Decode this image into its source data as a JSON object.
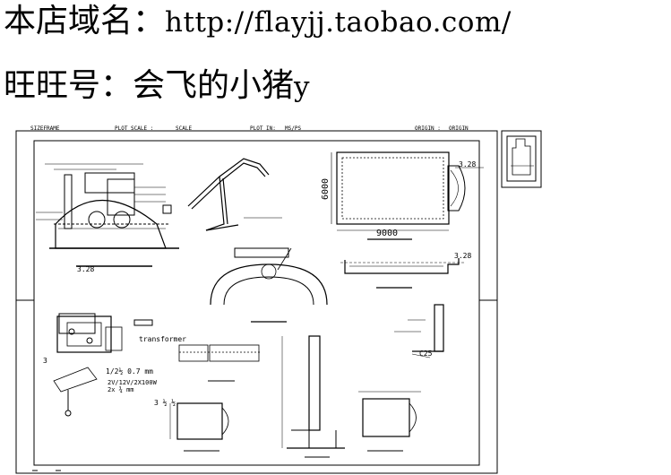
{
  "header": {
    "shop_label": "本店域名：",
    "shop_url": "http://flayjj.taobao.com/",
    "ww_label": "旺旺号：",
    "ww_name": "会飞的小猪",
    "ww_suffix": "y"
  },
  "title_block": {
    "sizeframe": "SIZEFRAME",
    "plot_scale_label": "PLOT SCALE :",
    "plot_scale_value": "SCALE",
    "plot_in_label": "PLOT IN:",
    "plot_in_value": "MS/PS",
    "origin_label": "ORIGIN :",
    "origin_value": "ORIGIN"
  },
  "dimensions": {
    "pool_width": "6000",
    "pool_length": "9000",
    "level_right_top": "3.28",
    "level_right_mid": "3.28",
    "level_left": "3.28",
    "level_c": "C25"
  },
  "annotations": {
    "transformer": "transformer",
    "spec_line1": "1/2½ 0.7 mm",
    "spec_line2": "2V/12V/2X100W",
    "spec_line3": "2x ¾ mm",
    "item_3": "3",
    "size_a": "3 ½ ½"
  }
}
